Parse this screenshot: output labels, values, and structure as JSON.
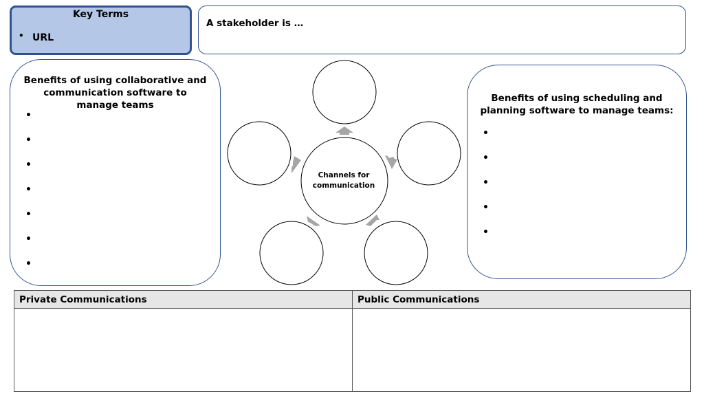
{
  "key_terms": {
    "title": "Key Terms",
    "bullet": "•",
    "items": [
      "URL"
    ]
  },
  "stakeholder": {
    "text": "A stakeholder is …"
  },
  "collaborative_box": {
    "title": "Benefits of using collaborative and communication software to manage teams",
    "bullets": [
      "•",
      "•",
      "•",
      "•",
      "•",
      "•",
      "•"
    ]
  },
  "scheduling_box": {
    "title": "Benefits of using scheduling and planning software to manage teams:",
    "bullets": [
      "•",
      "•",
      "•",
      "•",
      "•"
    ]
  },
  "diagram": {
    "center_label": "Channels for communication",
    "outer_circle_count": 5,
    "arrow_color": "#a6a6a6"
  },
  "table": {
    "headers": [
      "Private Communications",
      "Public Communications"
    ],
    "header_background": "#e6e6e6"
  },
  "colors": {
    "key_terms_fill": "#b4c7e7",
    "border_blue": "#2f528f"
  }
}
